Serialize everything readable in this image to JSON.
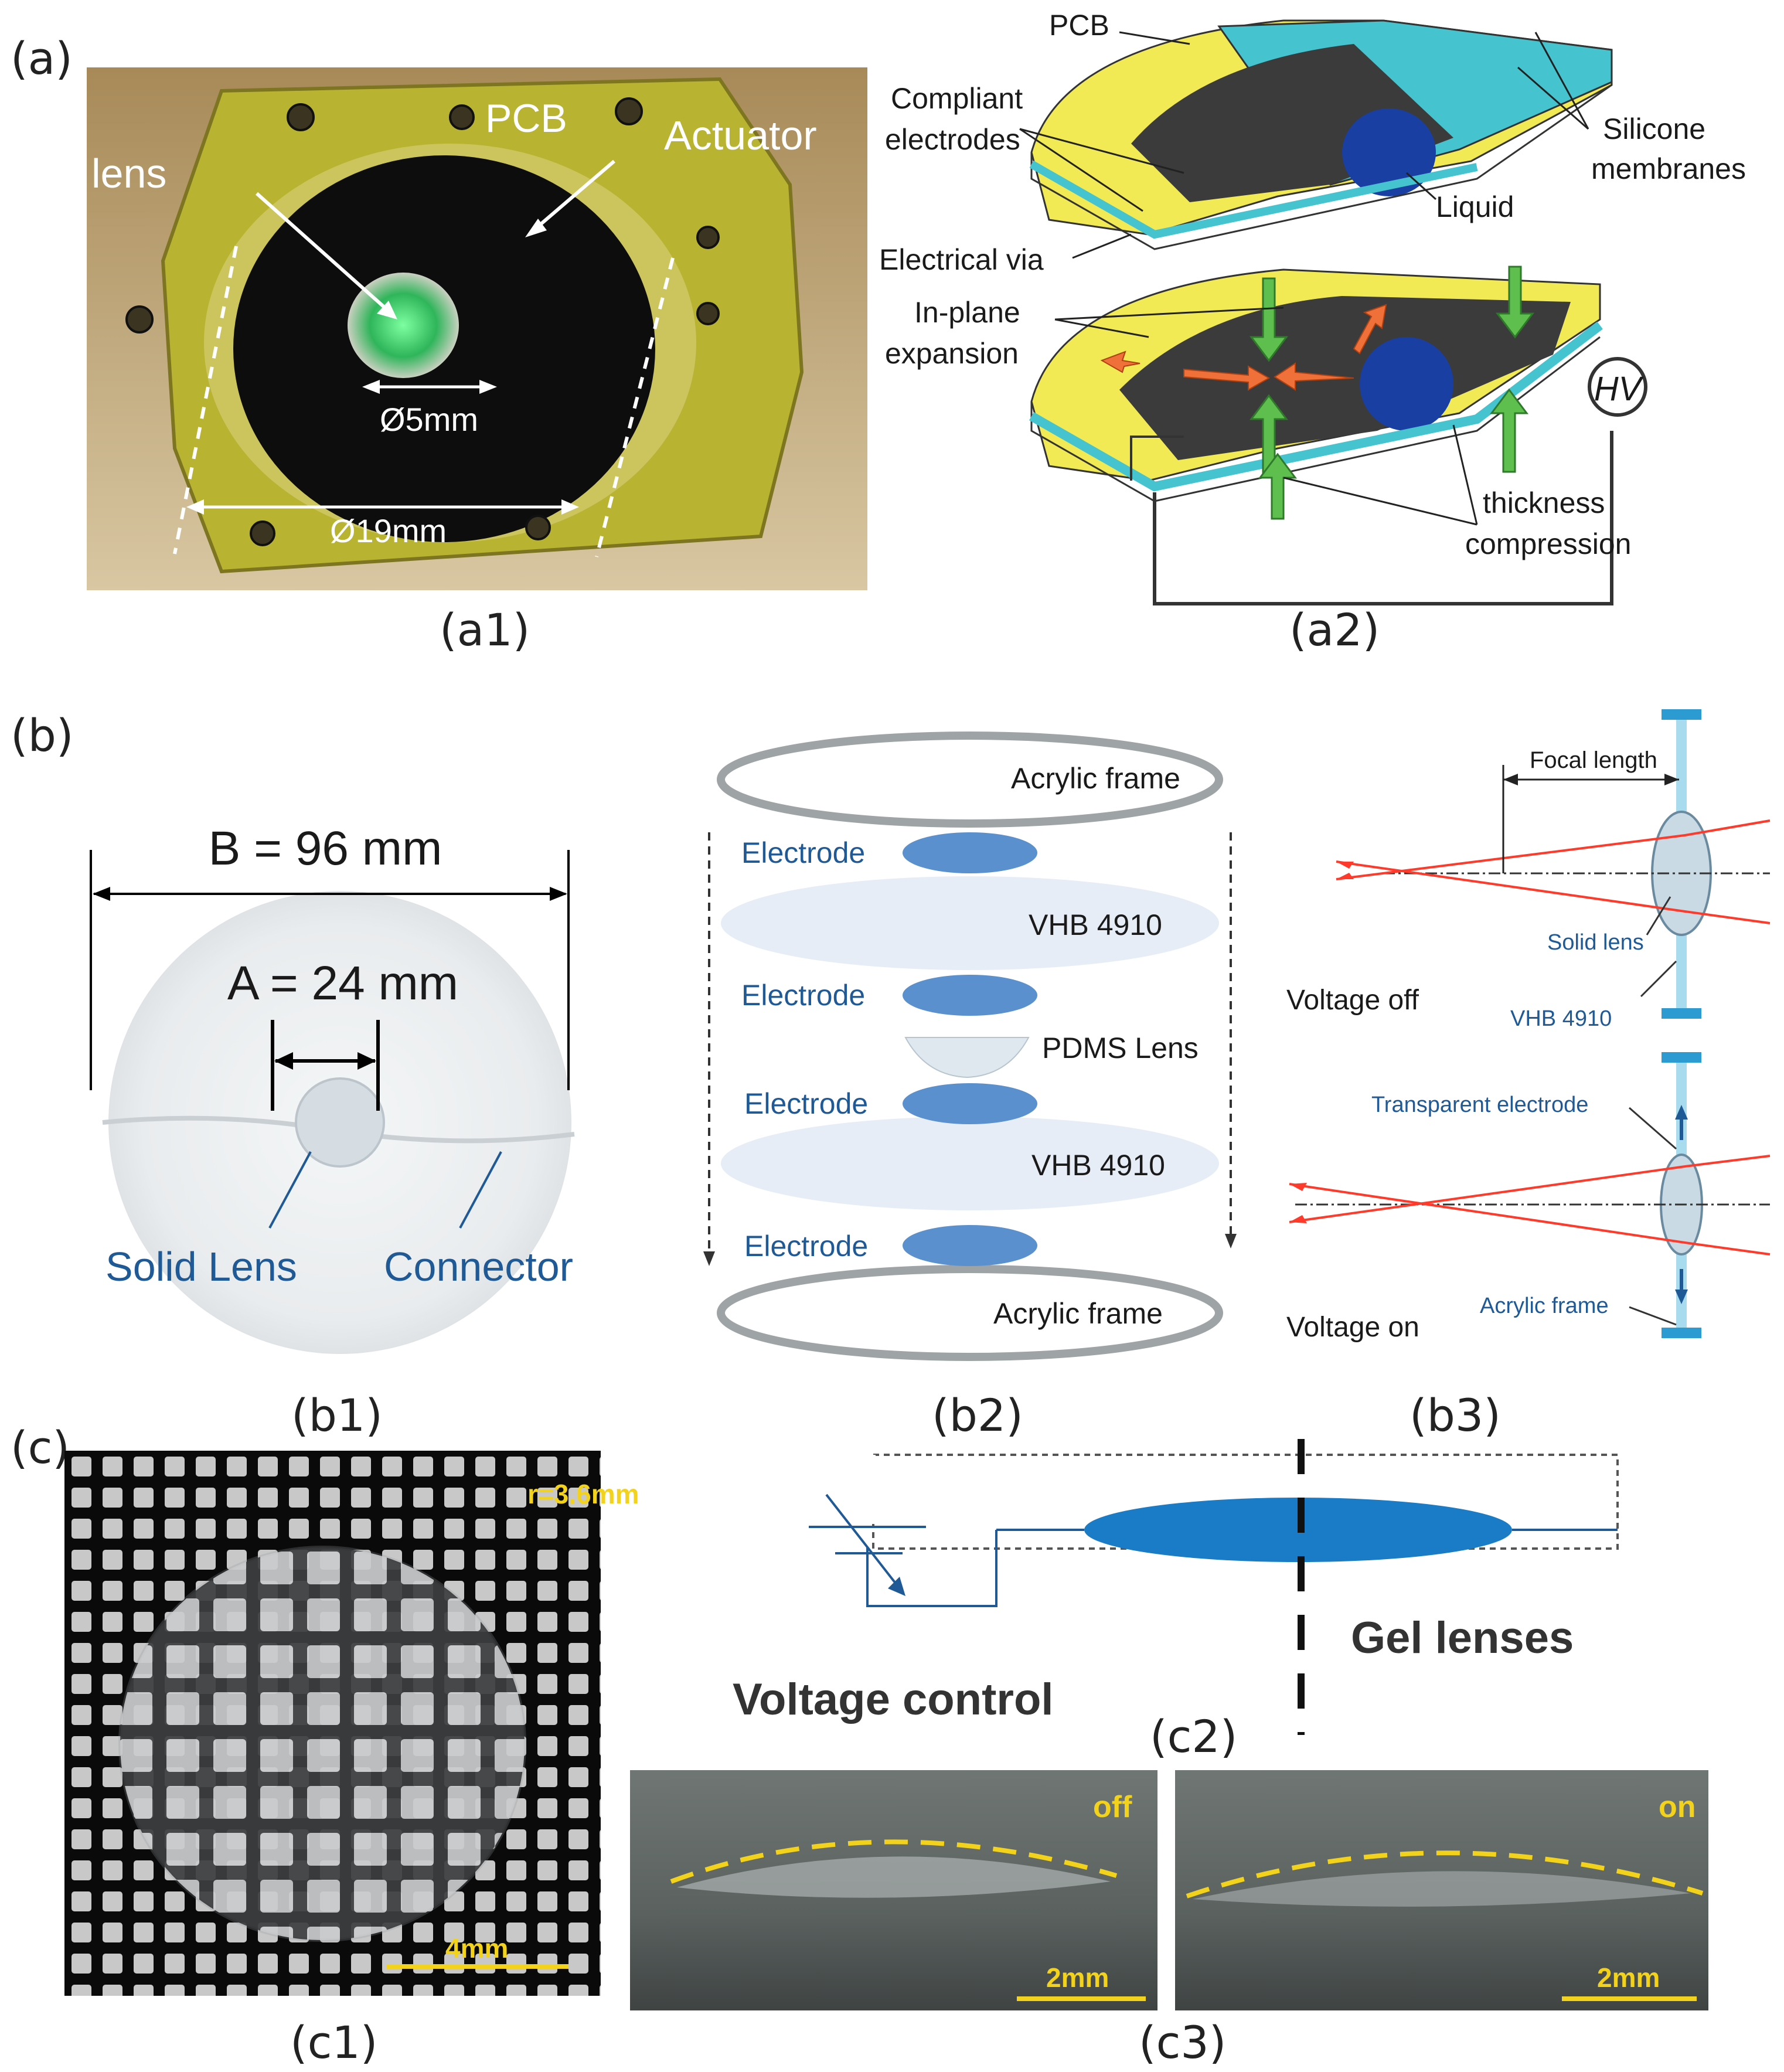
{
  "panels": {
    "a": "(a)",
    "b": "(b)",
    "c": "(c)",
    "a1": "(a1)",
    "a2": "(a2)",
    "b1": "(b1)",
    "b2": "(b2)",
    "b3": "(b3)",
    "c1": "(c1)",
    "c2": "(c2)",
    "c3": "(c3)"
  },
  "a1": {
    "pcb": "PCB",
    "actuator": "Actuator",
    "lens": "lens",
    "d_small": "Ø5mm",
    "d_large": "Ø19mm"
  },
  "a2": {
    "pcb": "PCB",
    "compliant_1": "Compliant",
    "compliant_2": "electrodes",
    "silicone_1": "Silicone",
    "silicone_2": "membranes",
    "liquid": "Liquid",
    "via": "Electrical via",
    "inplane_1": "In-plane",
    "inplane_2": "expansion",
    "hv": "HV",
    "thick_1": "thickness",
    "thick_2": "compression"
  },
  "b1": {
    "b_dim": "B = 96 mm",
    "a_dim": "A = 24 mm",
    "solid_lens": "Solid Lens",
    "connector": "Connector"
  },
  "b2": {
    "frame_top": "Acrylic frame",
    "electrode_1": "Electrode",
    "vhb_1": "VHB 4910",
    "electrode_2": "Electrode",
    "pdms": "PDMS Lens",
    "electrode_3": "Electrode",
    "vhb_2": "VHB 4910",
    "electrode_4": "Electrode",
    "frame_bottom": "Acrylic frame"
  },
  "b3": {
    "focal": "Focal length",
    "solid_lens": "Solid lens",
    "vhb": "VHB 4910",
    "voltage_off": "Voltage off",
    "transparent": "Transparent electrode",
    "acrylic": "Acrylic frame",
    "voltage_on": "Voltage on"
  },
  "c1": {
    "radius": "r=3.6mm",
    "scale": "4mm"
  },
  "c2": {
    "gel": "Gel lenses",
    "voltage_control": "Voltage control"
  },
  "c3": {
    "off": "off",
    "on": "on",
    "scale_left": "2mm",
    "scale_right": "2mm"
  }
}
